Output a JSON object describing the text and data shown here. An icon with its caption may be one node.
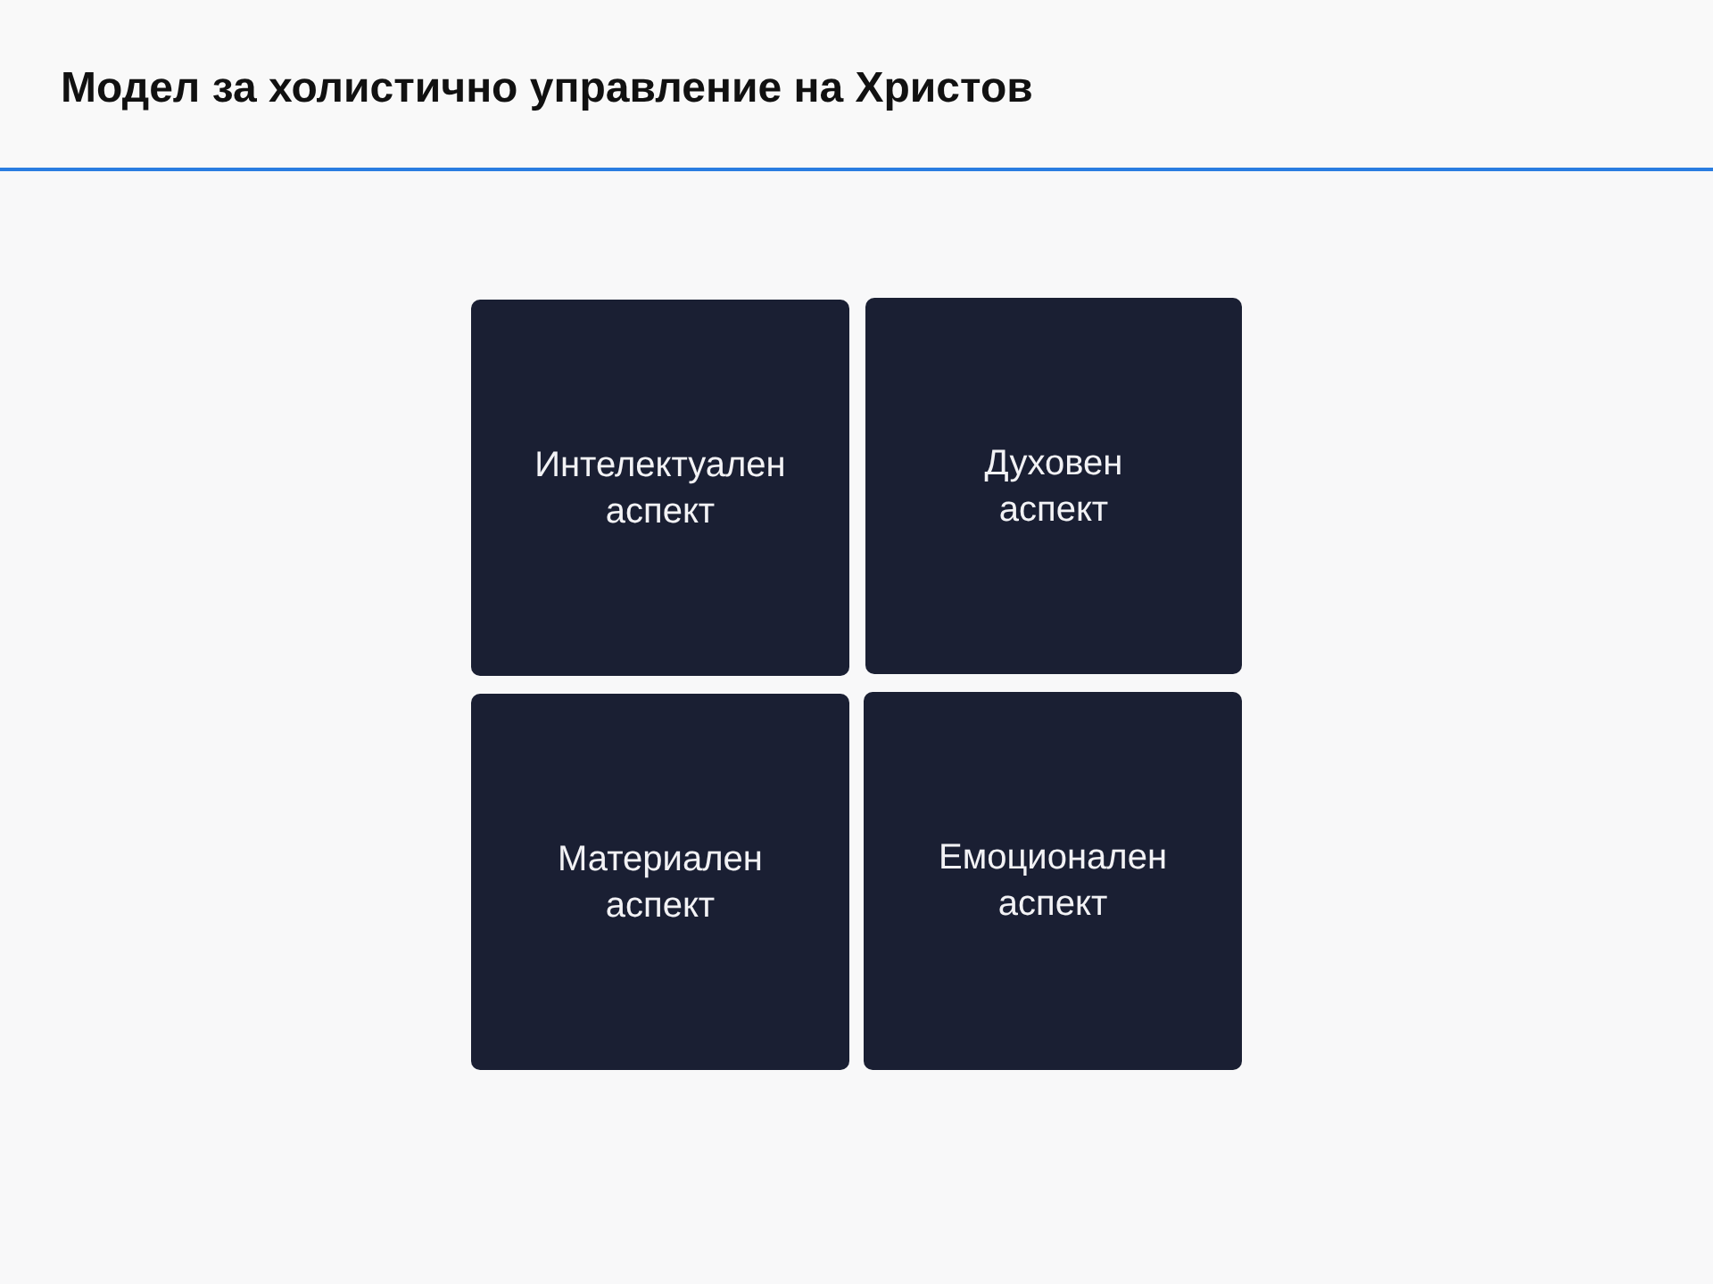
{
  "diagram": {
    "title": "Модел за холистично управление на Христов",
    "nodes": [
      {
        "text": [
          "Интелектуален аспект"
        ]
      },
      {
        "text": [
          "Духовен аспект"
        ]
      },
      {
        "text": [
          "Материален аспект"
        ]
      },
      {
        "text": [
          "Емоционален аспект"
        ]
      }
    ]
  }
}
